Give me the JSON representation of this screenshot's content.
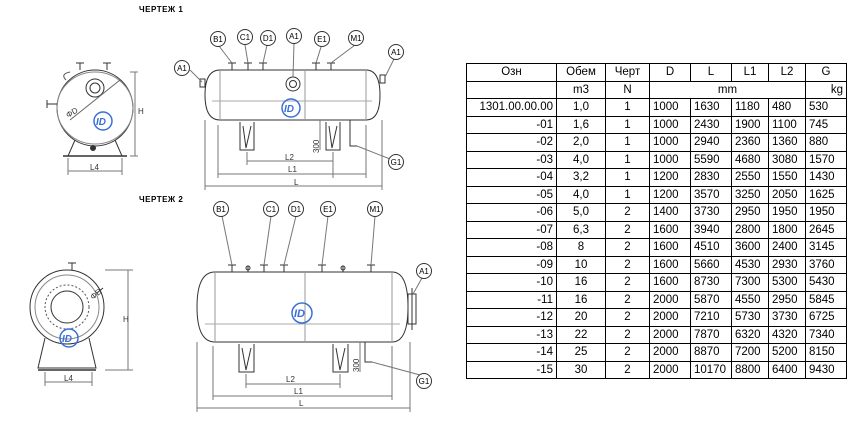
{
  "drawing1": {
    "title": "ЧЕРТЕЖ  1",
    "labels": {
      "B1": "B1",
      "C1": "C1",
      "D1": "D1",
      "A1": "A1",
      "E1": "E1",
      "M1": "M1",
      "G1": "G1",
      "H": "H",
      "L4": "L4",
      "L": "L",
      "L1": "L1",
      "L2": "L2",
      "dim300": "300",
      "phi": "ΦD"
    }
  },
  "drawing2": {
    "title": "ЧЕРТЕЖ  2",
    "labels": {
      "B1": "B1",
      "C1": "C1",
      "D1": "D1",
      "A1": "A1",
      "E1": "E1",
      "M1": "M1",
      "G1": "G1",
      "H": "H",
      "L4": "L4",
      "L": "L",
      "L1": "L1",
      "L2": "L2",
      "dim300": "300",
      "phi": "ΦD"
    }
  },
  "table": {
    "header1": [
      "Озн",
      "Обем",
      "Черт",
      "D",
      "L",
      "L1",
      "L2",
      "G"
    ],
    "header2": {
      "obem_unit": "m3",
      "chert_unit": "N",
      "mm_unit": "mm",
      "g_unit": "kg"
    },
    "rows": [
      [
        "1301.00.00.00",
        "1,0",
        "1",
        "1000",
        "1630",
        "1180",
        "480",
        "530"
      ],
      [
        "-01",
        "1,6",
        "1",
        "1000",
        "2430",
        "1900",
        "1100",
        "745"
      ],
      [
        "-02",
        "2,0",
        "1",
        "1000",
        "2940",
        "2360",
        "1360",
        "880"
      ],
      [
        "-03",
        "4,0",
        "1",
        "1000",
        "5590",
        "4680",
        "3080",
        "1570"
      ],
      [
        "-04",
        "3,2",
        "1",
        "1200",
        "2830",
        "2550",
        "1550",
        "1430"
      ],
      [
        "-05",
        "4,0",
        "1",
        "1200",
        "3570",
        "3250",
        "2050",
        "1625"
      ],
      [
        "-06",
        "5,0",
        "2",
        "1400",
        "3730",
        "2950",
        "1950",
        "1950"
      ],
      [
        "-07",
        "6,3",
        "2",
        "1600",
        "3940",
        "2800",
        "1800",
        "2645"
      ],
      [
        "-08",
        "8",
        "2",
        "1600",
        "4510",
        "3600",
        "2400",
        "3145"
      ],
      [
        "-09",
        "10",
        "2",
        "1600",
        "5660",
        "4530",
        "2930",
        "3760"
      ],
      [
        "-10",
        "16",
        "2",
        "1600",
        "8730",
        "7300",
        "5300",
        "5430"
      ],
      [
        "-11",
        "16",
        "2",
        "2000",
        "5870",
        "4550",
        "2950",
        "5845"
      ],
      [
        "-12",
        "20",
        "2",
        "2000",
        "7210",
        "5730",
        "3730",
        "6725"
      ],
      [
        "-13",
        "22",
        "2",
        "2000",
        "7870",
        "6320",
        "4320",
        "7340"
      ],
      [
        "-14",
        "25",
        "2",
        "2000",
        "8870",
        "7200",
        "5200",
        "8150"
      ],
      [
        "-15",
        "30",
        "2",
        "2000",
        "10170",
        "8800",
        "6400",
        "9430"
      ]
    ]
  },
  "colors": {
    "line": "#333333",
    "logo": "#3a6fd8"
  }
}
